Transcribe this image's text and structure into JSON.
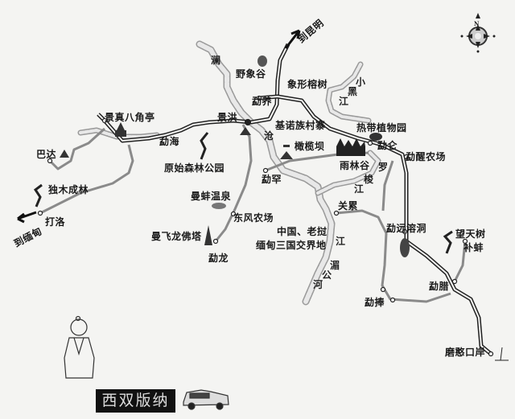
{
  "title": "西双版纳",
  "compass": {
    "north_label": "N"
  },
  "directions": {
    "to_kunming": "到昆明",
    "to_myanmar": "到缅甸"
  },
  "places": {
    "yexianggu": "野象谷",
    "xiangxing_rongshu": "象形榕树",
    "mengyang": "勐养",
    "jinghong": "景洪",
    "jingzhen_bajiaoting": "景真八角亭",
    "menghai": "勐海",
    "jinuo_cunzhai": "基诺族村寨",
    "redai_zhiwuyuan": "热带植物园",
    "menglun": "勐仑",
    "mengxing_nongchang": "勐醒农场",
    "ganlanba": "橄榄坝",
    "yulingu": "雨林谷",
    "menghan": "勐罕",
    "bada": "巴达",
    "yuanshi_senlin_gongyuan": "原始森林公园",
    "dumu_chenglin": "独木成林",
    "daluo": "打洛",
    "manbeng_wenquan": "曼蚌温泉",
    "dongfeng_nongchang": "东风农场",
    "manfeilong_futa": "曼飞龙佛塔",
    "menglong": "勐龙",
    "guanlei": "关累",
    "sanguo_line1": "中国、老挝",
    "sanguo_line2": "缅甸三国交界地",
    "mengyuan_rongdong": "勐远溶洞",
    "wangtianshu": "望天树",
    "bubang": "补蚌",
    "mengla": "勐腊",
    "mengpeng": "勐捧",
    "mohan_kouan": "磨憨口岸"
  },
  "rivers": {
    "lancang": [
      "澜",
      "沧"
    ],
    "xiaohei": [
      "小",
      "黑",
      "江"
    ],
    "luosuo": [
      "罗",
      "梭",
      "江"
    ],
    "mekong": [
      "江",
      "湄",
      "公",
      "河"
    ]
  },
  "colors": {
    "background": "#f4f4f2",
    "highway": "#222222",
    "road": "#8a8a8a",
    "river": "#cfcfcf",
    "text": "#1a1a1a"
  }
}
